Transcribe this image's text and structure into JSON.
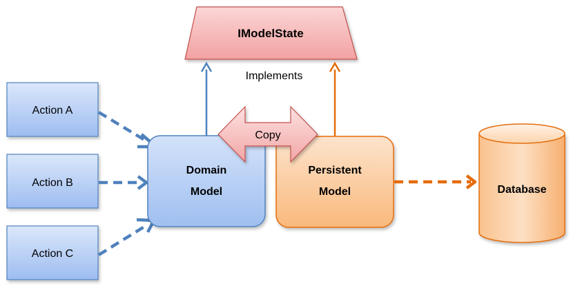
{
  "interface": {
    "title": "IModelState"
  },
  "implements_label": "Implements",
  "copy_label": "Copy",
  "actions": [
    {
      "label": "Action A"
    },
    {
      "label": "Action B"
    },
    {
      "label": "Action C"
    }
  ],
  "domain_model": {
    "line1": "Domain",
    "line2": "Model"
  },
  "persistent_model": {
    "line1": "Persistent",
    "line2": "Model"
  },
  "database": {
    "label": "Database"
  },
  "colors": {
    "blue_accent": "#4f81bd",
    "orange_accent": "#e46c0a",
    "red_accent": "#c0504d"
  }
}
